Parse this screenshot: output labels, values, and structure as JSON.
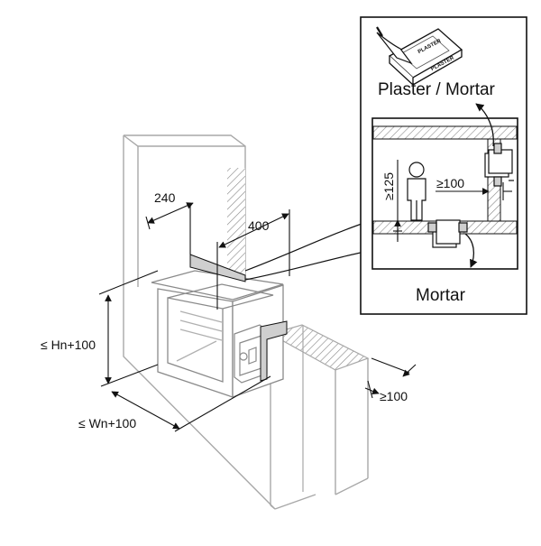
{
  "diagram": {
    "dim_width_top": "240",
    "dim_depth_top": "400",
    "dim_height": "≤ Hn+100",
    "dim_width": "≤ Wn+100",
    "dim_gap": "≥100"
  },
  "detail": {
    "material_label": "Plaster / Mortar",
    "package_brand": "PLASTER",
    "package_sub": "PLASTER",
    "dim_vertical": "≥125",
    "dim_horizontal": "≥100",
    "bottom_label": "Mortar"
  },
  "colors": {
    "line": "#1a1a1a",
    "light_line": "#9a9a9a",
    "gray_fill": "#cfcfcf",
    "hatch": "#8a8a8a"
  }
}
